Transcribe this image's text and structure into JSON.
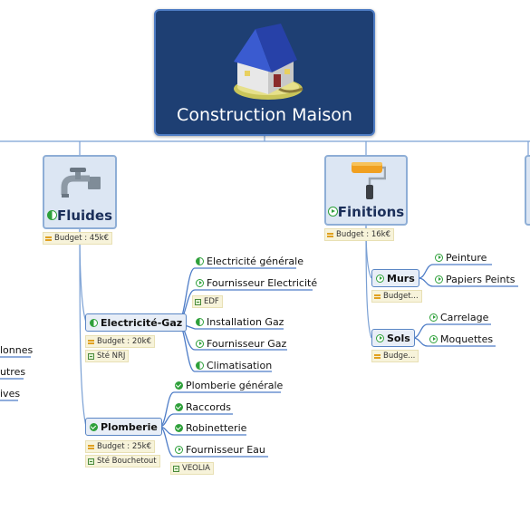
{
  "root": {
    "title": "Construction Maison",
    "icon": "house-icon"
  },
  "fluides": {
    "label": "Fluides",
    "icon": "faucet-icon",
    "task": "half",
    "budget": "Budget : 45k€",
    "electricite_gaz": {
      "label": "Electricité-Gaz",
      "task": "half",
      "budget": "Budget : 20k€",
      "resource": "Sté NRJ",
      "items": [
        {
          "label": "Electricité générale",
          "task": "half"
        },
        {
          "label": "Fournisseur Electricité",
          "task": "start",
          "resource": "EDF"
        },
        {
          "label": "Installation Gaz",
          "task": "half"
        },
        {
          "label": "Fournisseur Gaz",
          "task": "start"
        },
        {
          "label": "Climatisation",
          "task": "half"
        }
      ]
    },
    "plomberie": {
      "label": "Plomberie",
      "task": "full",
      "budget": "Budget : 25k€",
      "resource": "Sté Bouchetout",
      "items": [
        {
          "label": "Plomberie générale",
          "task": "full"
        },
        {
          "label": "Raccords",
          "task": "full"
        },
        {
          "label": "Robinetterie",
          "task": "full"
        },
        {
          "label": "Fournisseur Eau",
          "task": "start",
          "resource": "VEOLIA"
        }
      ]
    }
  },
  "finitions": {
    "label": "Finitions",
    "icon": "paint-roller-icon",
    "task": "start",
    "budget": "Budget : 16k€",
    "murs": {
      "label": "Murs",
      "task": "start",
      "budget": "Budget...",
      "items": [
        {
          "label": "Peinture",
          "task": "start"
        },
        {
          "label": "Papiers Peints",
          "task": "start"
        }
      ]
    },
    "sols": {
      "label": "Sols",
      "task": "start",
      "budget": "Budge...",
      "items": [
        {
          "label": "Carrelage",
          "task": "start"
        },
        {
          "label": "Moquettes",
          "task": "start"
        }
      ]
    }
  },
  "left_clipped": [
    {
      "label": "lonnes"
    },
    {
      "label": "utres"
    },
    {
      "label": "ives"
    }
  ],
  "colors": {
    "root_bg": "#1e3f73",
    "topic_bg": "#dce6f3",
    "link": "#4d7cc7",
    "task_green": "#2ea03a",
    "note_bg": "#f7f3da"
  }
}
